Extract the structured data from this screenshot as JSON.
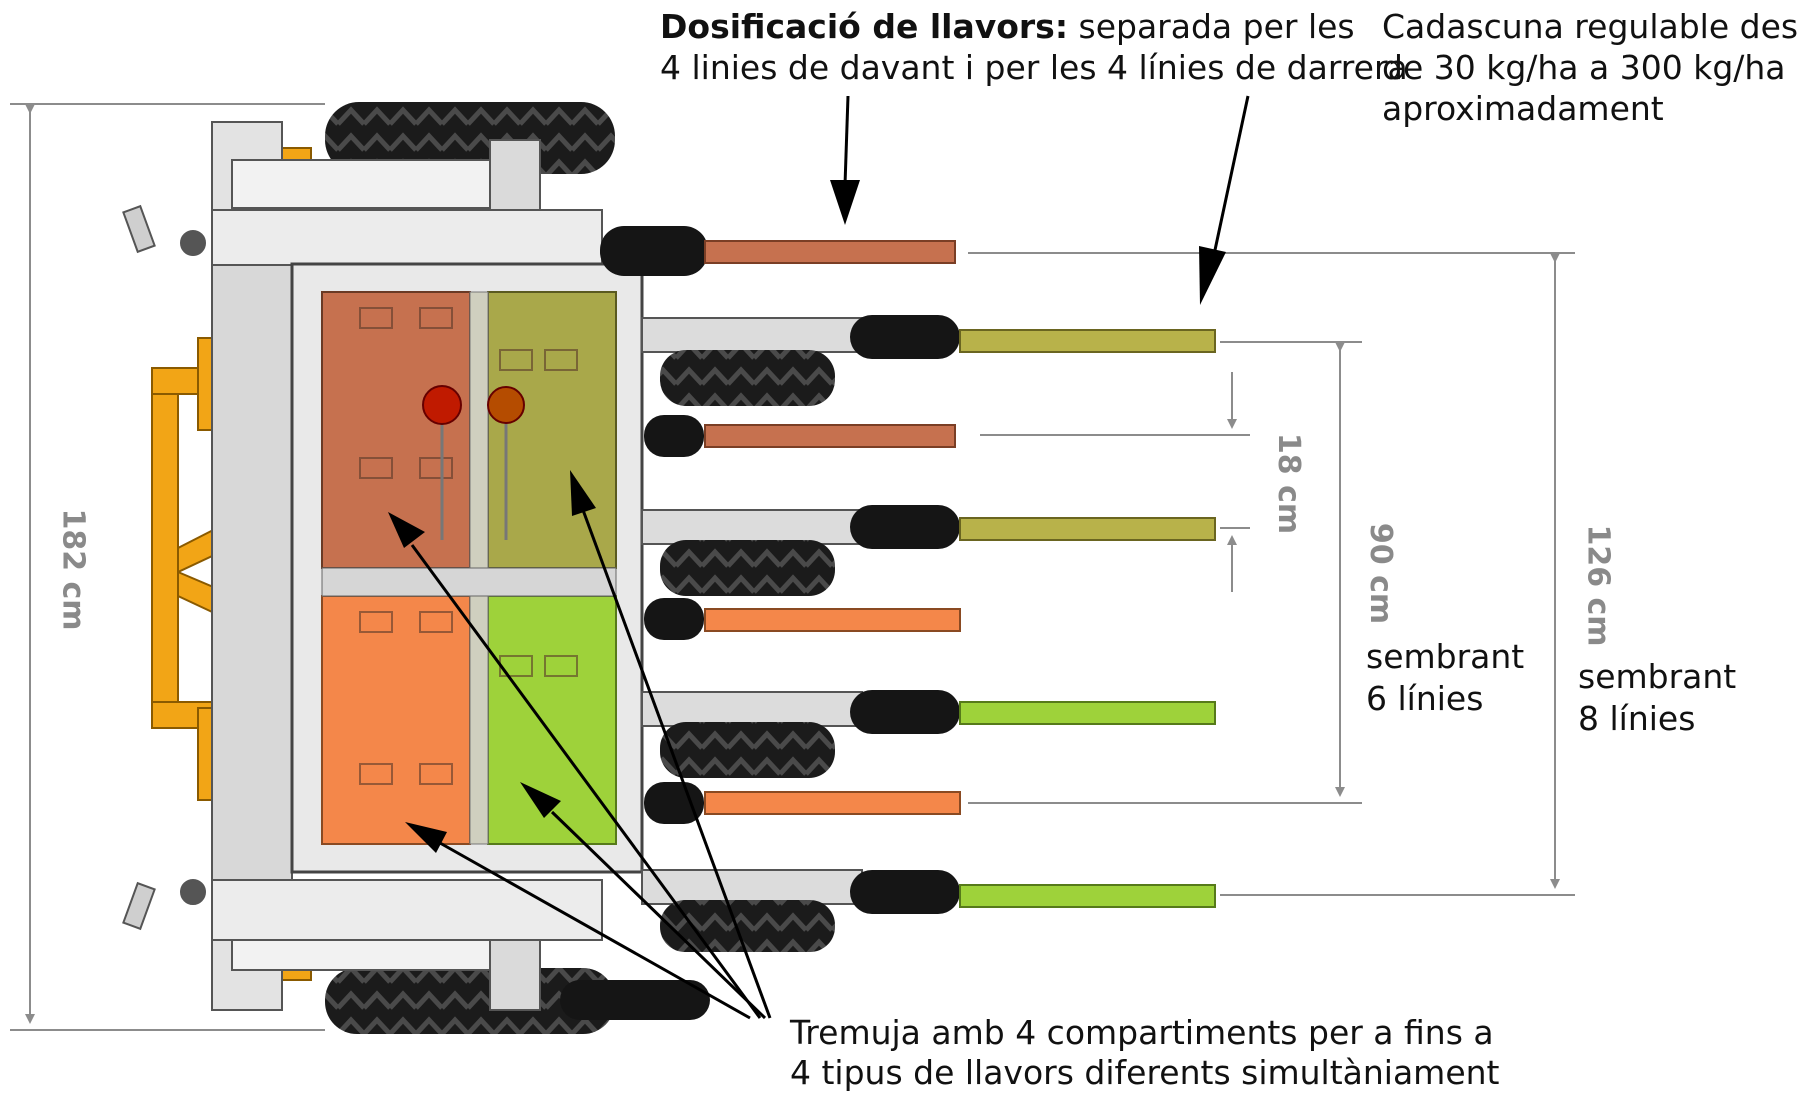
{
  "annotations": {
    "dosing_heading": "Dosificació de llavors:",
    "dosing_rest_1": " separada per les",
    "dosing_line_2": "4 linies de davant i per les 4 línies de darrera",
    "adjustable_1": "Cadascuna regulable des",
    "adjustable_2": "de 30 kg/ha a 300 kg/ha",
    "adjustable_3": "aproximadament",
    "hopper_1": "Tremuja amb 4 compartiments per a fins a",
    "hopper_2": "4 tipus de llavors diferents simultàniament",
    "six_rows_1": "sembrant",
    "six_rows_2": "6 línies",
    "eight_rows_1": "sembrant",
    "eight_rows_2": "8 línies"
  },
  "dimensions": {
    "overall_width": "182 cm",
    "row_spacing": "18 cm",
    "width_6_rows": "90 cm",
    "width_8_rows": "126 cm"
  },
  "colors": {
    "frame_yellow": "#f2a516",
    "compartment_rust": "#c6714f",
    "compartment_olive": "#a9a84a",
    "compartment_orange": "#f4874a",
    "compartment_green": "#9ed23a",
    "tube_rust": "#c6714f",
    "tube_olive": "#b8b24a",
    "tube_orange": "#f4874a",
    "tube_green": "#9ed23a",
    "dimension_gray": "#8c8c8c"
  }
}
